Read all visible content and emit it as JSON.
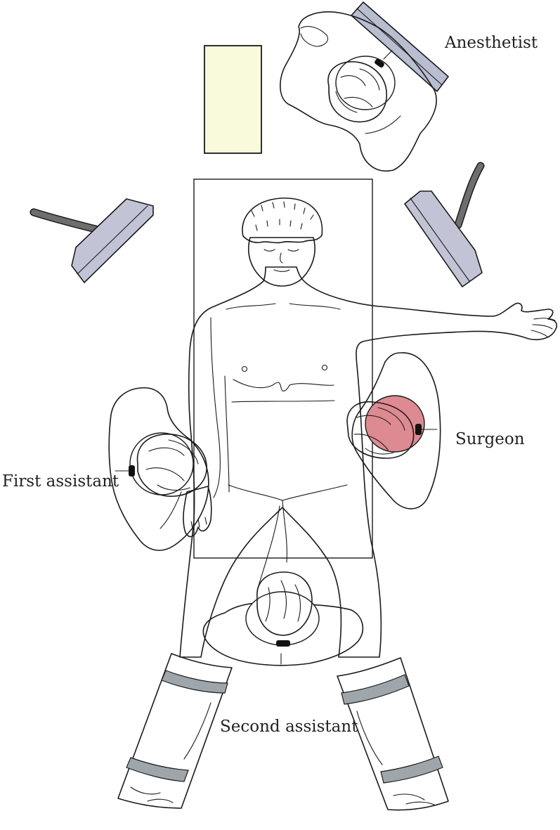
{
  "labels": {
    "anesthetist": "Anesthetist",
    "surgeon": "Surgeon",
    "first_assistant": "First assistant",
    "second_assistant": "Second assistant"
  },
  "colors": {
    "staff_gray": "#bcc3cc",
    "surgeon_red": "#c26b76",
    "surgeon_head": "#b15c67",
    "surgeon_neck": "#dd8a92",
    "instrument_table": "#f9f9dc",
    "lamp": "#c2c4d6",
    "leg_support": "#dcdcea",
    "leg_band": "#9fa6ab",
    "cable": "#6e6e6e"
  }
}
